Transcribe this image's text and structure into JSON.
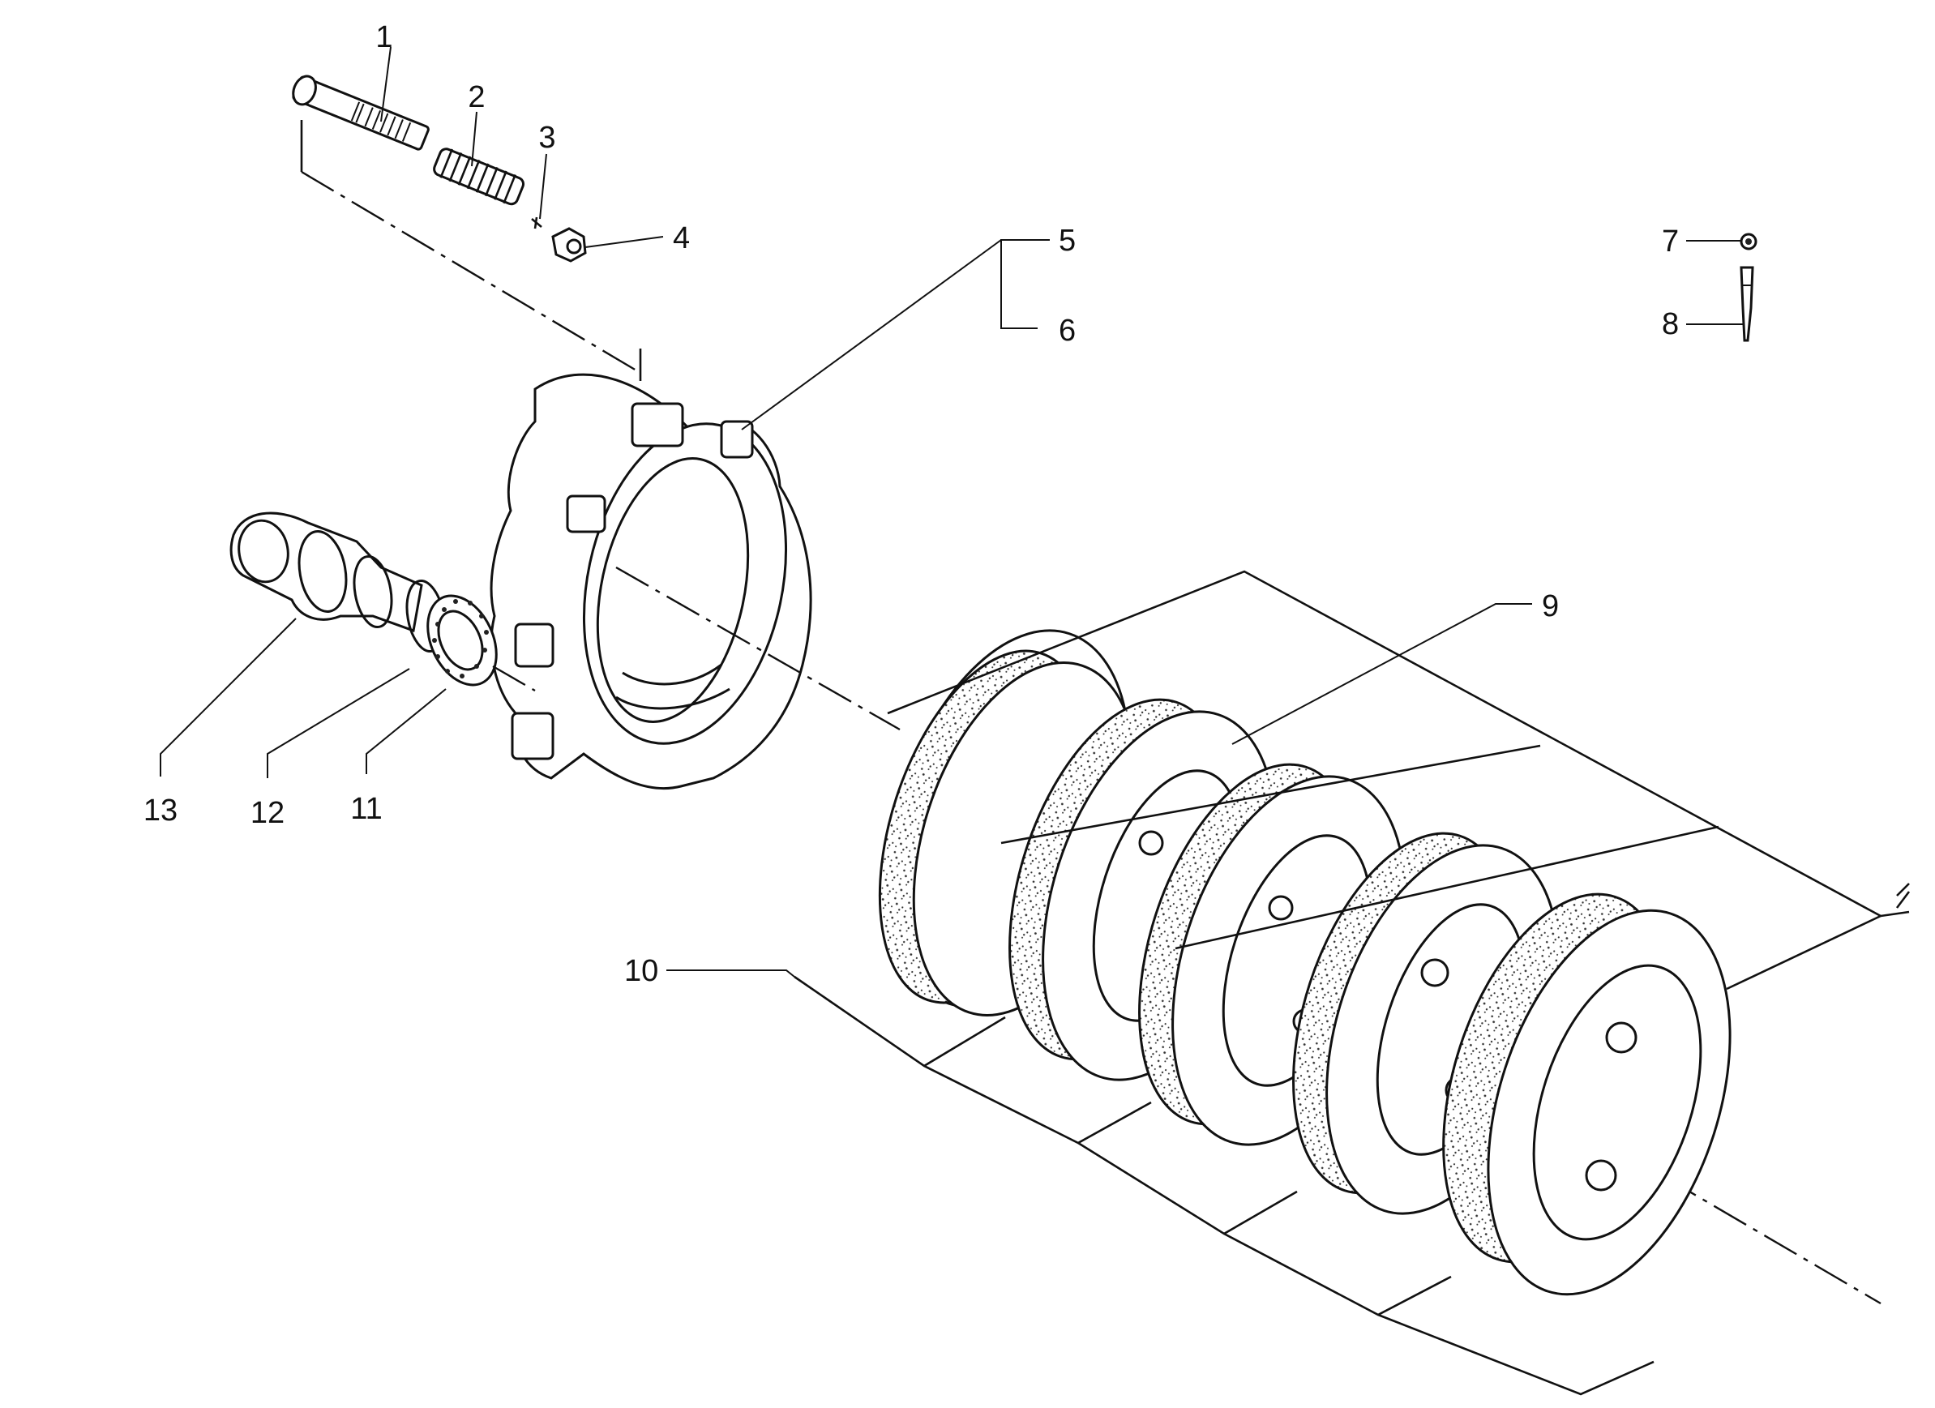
{
  "colors": {
    "ink": "#111111",
    "paper": "#ffffff"
  },
  "callouts": {
    "c1": "1",
    "c2": "2",
    "c3": "3",
    "c4": "4",
    "c5": "5",
    "c6": "6",
    "c7": "7",
    "c8": "8",
    "c9": "9",
    "c10": "10",
    "c11": "11",
    "c12": "12",
    "c13": "13"
  }
}
